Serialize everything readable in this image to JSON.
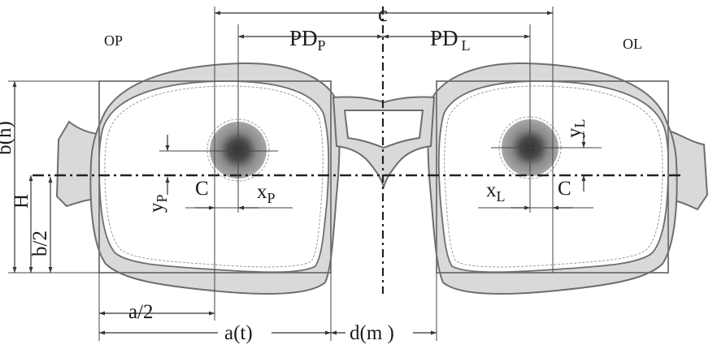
{
  "labels": {
    "c": "c",
    "pd_p_main": "PD",
    "pd_p_sub": "P",
    "pd_l_main": "PD",
    "pd_l_sub": "L",
    "op": "OP",
    "ol": "OL",
    "b_h": "b(h)",
    "H": "H",
    "b_half": "b/2",
    "y_p_main": "y",
    "y_p_sub": "P",
    "c_left": "C",
    "x_p_main": "x",
    "x_p_sub": "P",
    "x_l_main": "x",
    "x_l_sub": "L",
    "c_right": "C",
    "y_l_main": "y",
    "y_l_sub": "L",
    "a_half": "a/2",
    "a_t": "a(t)",
    "d_m": "d(m )"
  },
  "colors": {
    "frame_fill": "#d9d9d9",
    "frame_stroke": "#6e6e6e",
    "pupil_outer": "#8c8c8c",
    "pupil_inner": "#3a3a3a"
  }
}
